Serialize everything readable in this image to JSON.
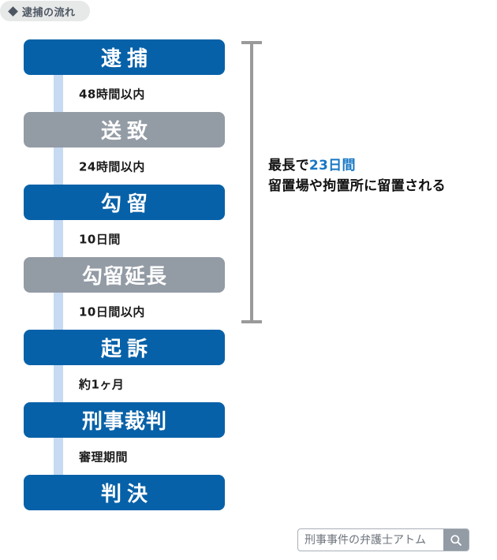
{
  "badge": {
    "icon": "diamond-icon",
    "label": "逮捕の流れ"
  },
  "flow": {
    "steps": [
      {
        "label": "逮捕",
        "color": "#0761a8",
        "style": "blue"
      },
      {
        "label": "送致",
        "color": "#939ba5",
        "style": "gray"
      },
      {
        "label": "勾留",
        "color": "#0761a8",
        "style": "blue"
      },
      {
        "label": "勾留延長",
        "color": "#939ba5",
        "style": "gray"
      },
      {
        "label": "起訴",
        "color": "#0761a8",
        "style": "blue"
      },
      {
        "label": "刑事裁判",
        "color": "#0761a8",
        "style": "blue"
      },
      {
        "label": "判決",
        "color": "#0761a8",
        "style": "blue"
      }
    ],
    "durations": [
      "48時間以内",
      "24時間以内",
      "10日間",
      "10日間以内",
      "約1ヶ月",
      "審理期間"
    ]
  },
  "annotation": {
    "line1_prefix": "最長で",
    "line1_highlight": "23日間",
    "line1_highlight_color": "#1777c4",
    "line2": "留置場や拘置所に留置される",
    "bracket_color": "#9a9a9a"
  },
  "search": {
    "placeholder": "刑事事件の弁護士アトム",
    "value": "",
    "button_icon": "search-icon",
    "button_color": "#939ba5"
  }
}
